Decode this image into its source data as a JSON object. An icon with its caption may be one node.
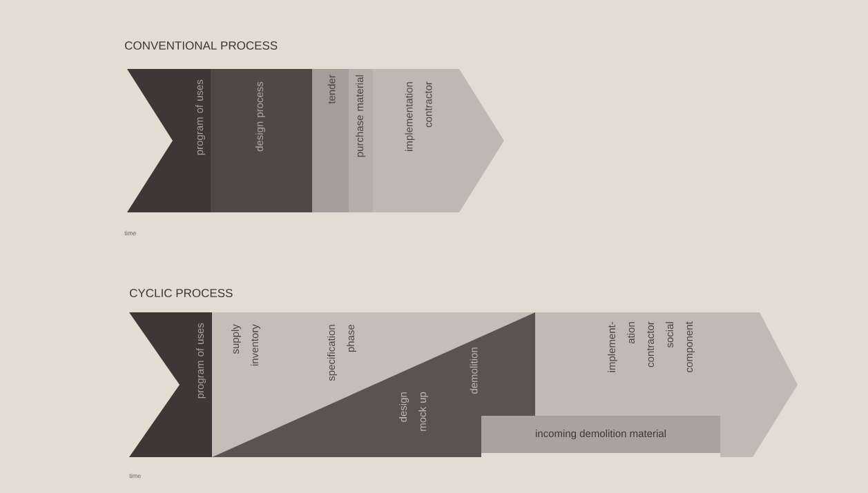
{
  "diagram": {
    "nodes": [
      {
        "text": [
          "program of uses"
        ]
      },
      {
        "text": [
          "design process"
        ]
      },
      {
        "text": [
          "tender"
        ]
      },
      {
        "text": [
          "purchase material"
        ]
      },
      {
        "text": [
          "implementation contractor"
        ]
      },
      {
        "text": [
          "program of uses"
        ]
      },
      {
        "text": [
          "supply inventory",
          "specification phase"
        ]
      },
      {
        "text": [
          "design mock up",
          "demolition"
        ]
      },
      {
        "text": [
          "implement- ation contractor social component"
        ]
      },
      {
        "text": [
          "incoming demolition material"
        ]
      }
    ],
    "labels": [
      "CONVENTIONAL PROCESS",
      "time",
      "CYCLIC PROCESS",
      "time"
    ]
  }
}
